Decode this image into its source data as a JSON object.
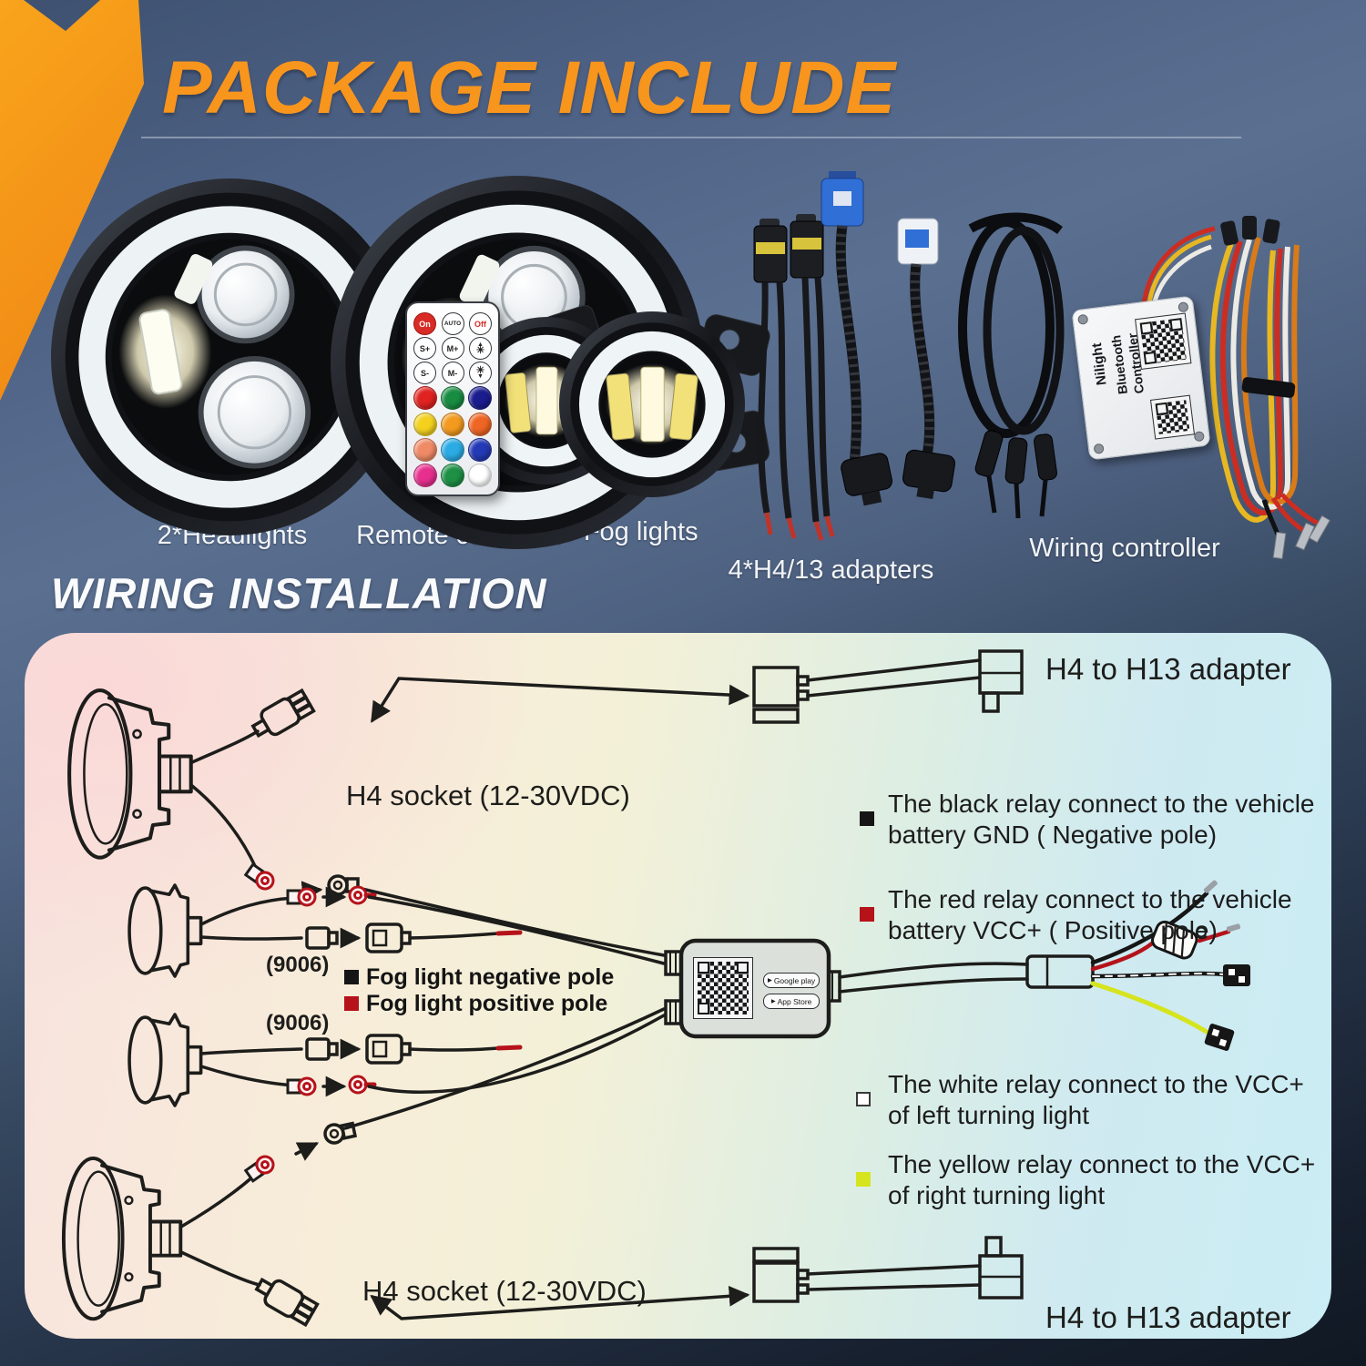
{
  "header": {
    "title": "PACKAGE INCLUDE"
  },
  "section2": {
    "title": "WIRING INSTALLATION"
  },
  "products": {
    "headlights_label": "2*Headlights",
    "remote_label": "Remote controller",
    "fog_label": "2*Fog lights",
    "adapters_label": "4*H4/13 adapters",
    "wiring_label": "Wiring controller"
  },
  "remote": {
    "btn_on": "On",
    "btn_auto": "AUTO",
    "btn_off": "Off",
    "btn_s_plus": "S+",
    "btn_m_plus": "M+",
    "btn_s_minus": "S-",
    "btn_m_minus": "M-",
    "icon_sun": "☀",
    "icon_up_arrow": "▲",
    "icon_down_arrow": "▼",
    "color_buttons": [
      "#e02320",
      "#188c41",
      "#1b1d8f",
      "#f3d11d",
      "#f39a1f",
      "#ef6523",
      "#f08a66",
      "#2aabe4",
      "#2439b5",
      "#e72f8e",
      "#1d9045",
      "#ffffff"
    ]
  },
  "controller_box": {
    "brand": "Nilight",
    "label_line1": "Bluetooth",
    "label_line2": "Controller"
  },
  "diagram": {
    "adapter_label_top": "H4 to H13 adapter",
    "adapter_label_bottom": "H4 to H13 adapter",
    "socket_label_top": "H4 socket (12-30VDC)",
    "socket_label_bottom": "H4 socket (12-30VDC)",
    "plug_label_top": "(9006)",
    "plug_label_bottom": "(9006)",
    "legend": [
      {
        "color": "#151515",
        "label": "Fog light negative pole"
      },
      {
        "color": "#b5121a",
        "label": "Fog light positive pole"
      }
    ],
    "notes": [
      {
        "swatch": "#151515",
        "line1": "The black relay connect to the vehicle",
        "line2": "battery GND ( Negative pole)"
      },
      {
        "swatch": "#b5121a",
        "line1": "The red relay connect to the vehicle",
        "line2": "battery VCC+ ( Positive pole)"
      },
      {
        "swatch": "#ffffff",
        "line1": "The white relay connect to the VCC+",
        "line2": "of left turning light"
      },
      {
        "swatch": "#d6e41e",
        "line1": "The yellow relay connect to the VCC+",
        "line2": "of right turning light"
      }
    ],
    "badge_google": "Google play",
    "badge_apple": "App Store"
  }
}
